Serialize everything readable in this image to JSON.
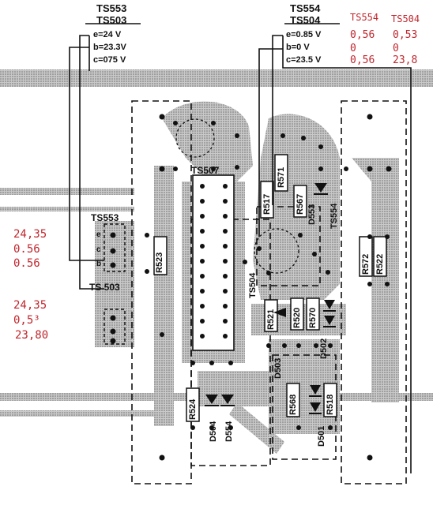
{
  "transistor_headers": {
    "left": {
      "name_top": "TS553",
      "name_bottom": "TS503",
      "e": "e=24  V",
      "b": "b=23.3V",
      "c": "c=075 V"
    },
    "right": {
      "name_top": "TS554",
      "name_bottom": "TS504",
      "e": "e=0.85 V",
      "b": "b=0   V",
      "c": "c=23.5 V"
    }
  },
  "handwritten_measurements": {
    "ts554": {
      "title": "TS554",
      "e": "0,56",
      "b": "0",
      "c": "0,56"
    },
    "ts504": {
      "title": "TS504",
      "e": "0,53",
      "b": "0",
      "c": "23,8"
    },
    "ts553": {
      "e": "24,35",
      "b": "0.56",
      "c": "0.56"
    },
    "ts503": {
      "e": "24,35",
      "b": "0,5³",
      "c": "23,80"
    }
  },
  "board_labels": {
    "ts507": "TS507",
    "ts553": "TS553",
    "ts503": "TS 503",
    "ts504": "TS504",
    "ts554": "TS554",
    "r517": "R517",
    "r571": "R571",
    "r567": "R567",
    "d553": "D553",
    "r523": "R523",
    "r521": "R521",
    "r520": "R520",
    "r570": "R570",
    "d502": "D502",
    "d503": "D503",
    "r568": "R568",
    "r518": "R518",
    "d501": "D501",
    "r524": "R524",
    "d504": "D504",
    "d554": "D554",
    "r572": "R572",
    "r522": "R522",
    "e": "e",
    "b": "b",
    "c": "c"
  },
  "colors": {
    "annotation": "#c0262d",
    "trace": "#8a8a8a",
    "ink": "#111111"
  }
}
